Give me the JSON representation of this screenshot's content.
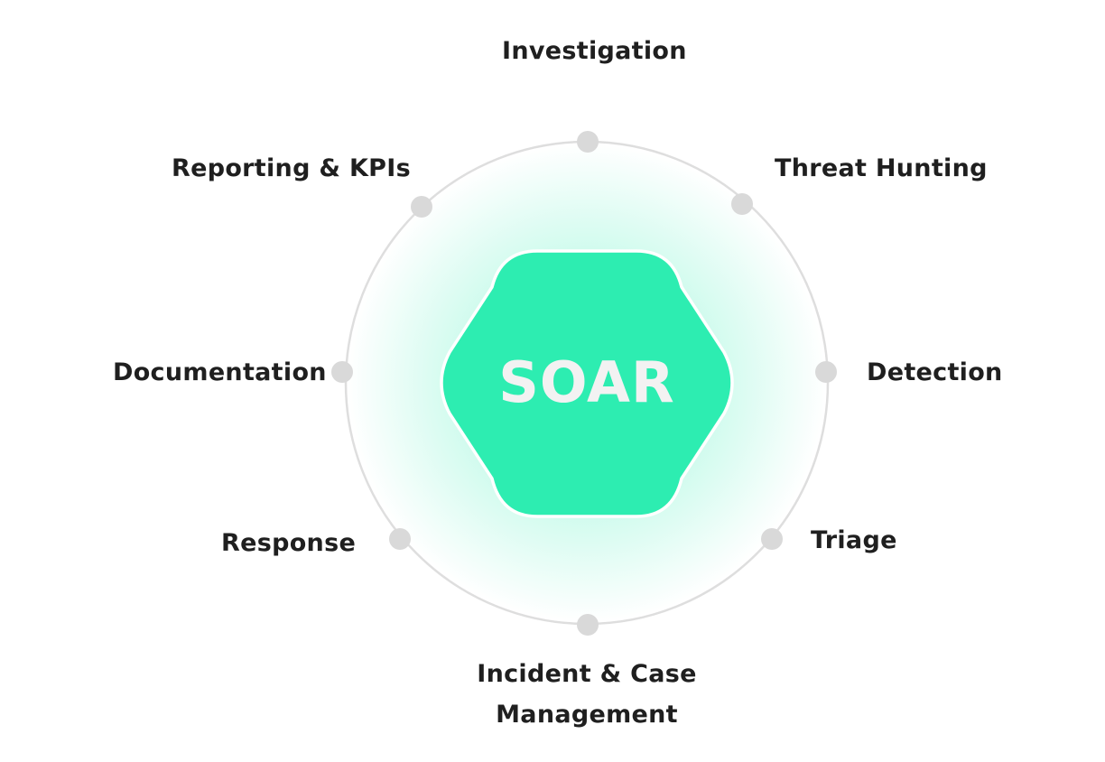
{
  "center": {
    "title": "SOAR"
  },
  "nodes": [
    {
      "id": "investigation",
      "label": "Investigation"
    },
    {
      "id": "threat-hunting",
      "label": "Threat Hunting"
    },
    {
      "id": "detection",
      "label": "Detection"
    },
    {
      "id": "triage",
      "label": "Triage"
    },
    {
      "id": "incident-case-management",
      "label": "Incident & Case\nManagement"
    },
    {
      "id": "response",
      "label": "Response"
    },
    {
      "id": "documentation",
      "label": "Documentation"
    },
    {
      "id": "reporting-kpis",
      "label": "Reporting & KPIs"
    }
  ],
  "colors": {
    "hexagon_fill": "#2dedb1",
    "hexagon_stroke": "#ffffff",
    "glow": "#2dedb1",
    "ring": "#dedede",
    "dot": "#d9d9d9",
    "label_text": "#1f1f1f",
    "center_text": "#f2f2f2"
  }
}
